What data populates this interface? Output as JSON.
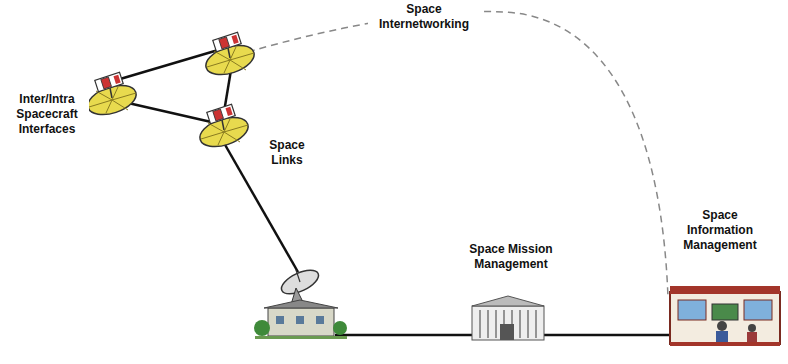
{
  "diagram": {
    "labels": [
      "Space Internetworking",
      "Inter/Intra Spacecraft Interfaces",
      "Space Links",
      "Space Mission Management",
      "Space Information Management"
    ]
  }
}
